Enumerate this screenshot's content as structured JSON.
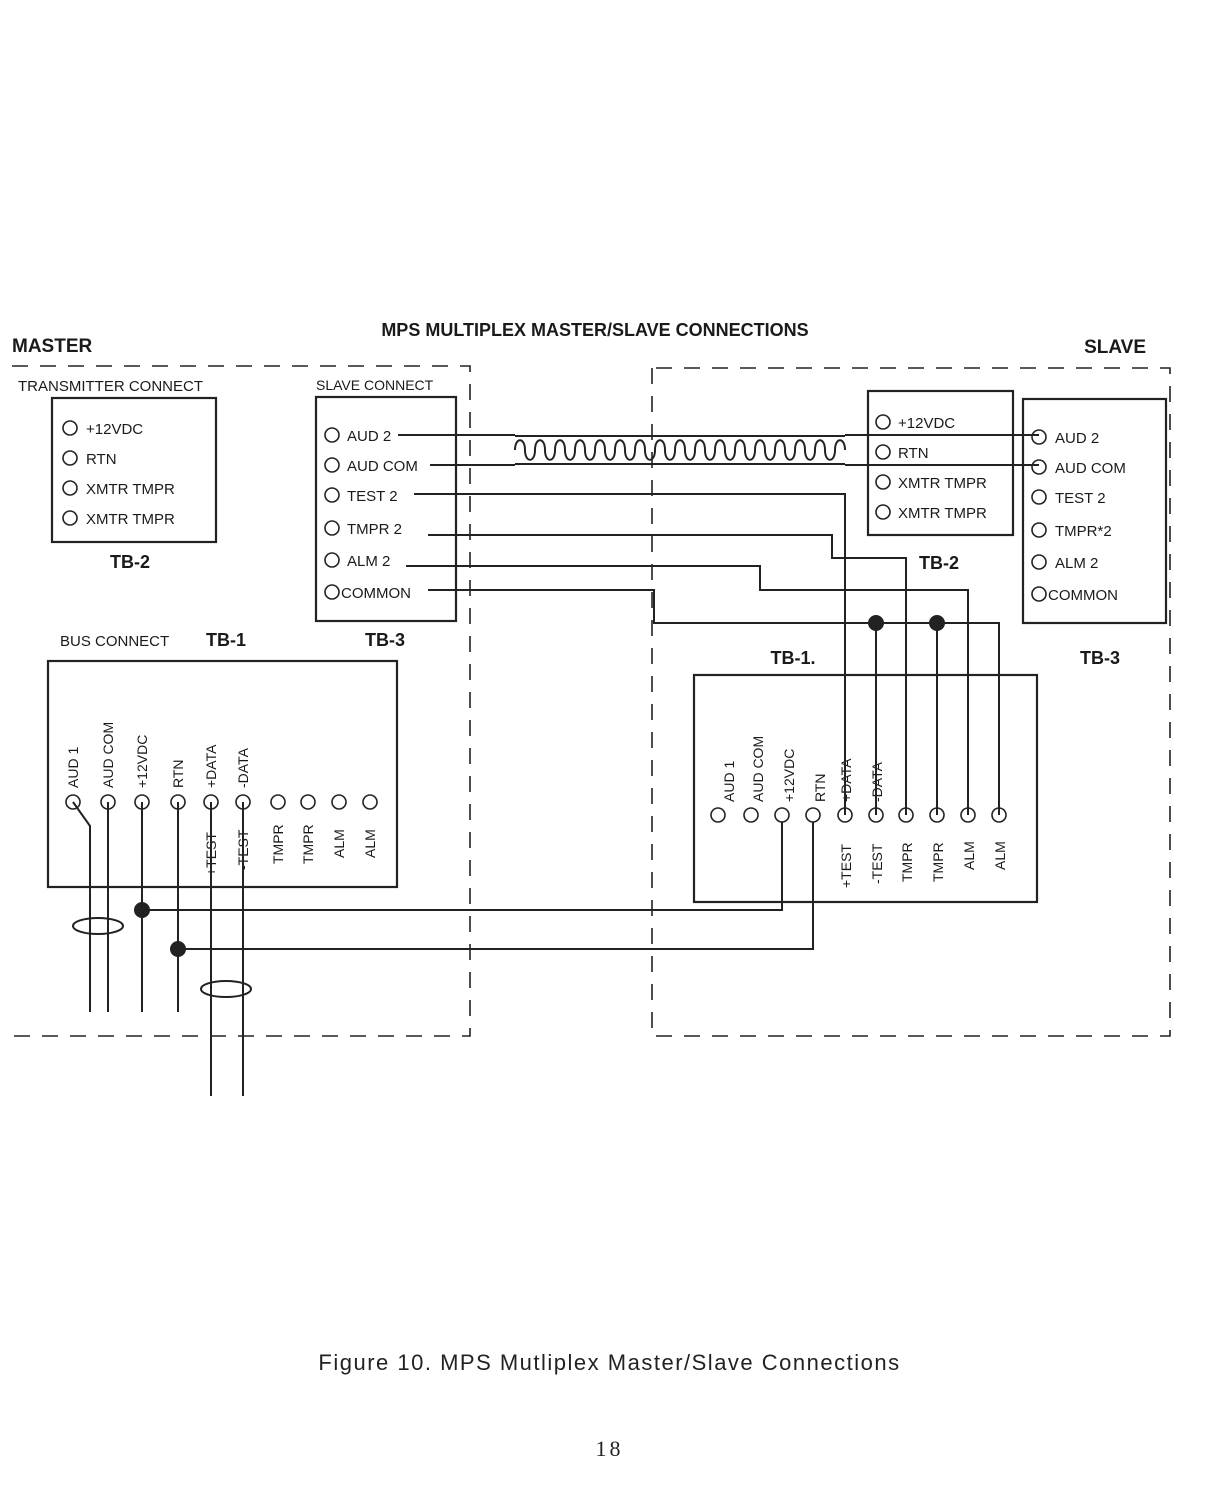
{
  "title": "MPS MULTIPLEX MASTER/SLAVE CONNECTIONS",
  "master": {
    "label": "MASTER",
    "transmitter_connect": {
      "heading": "TRANSMITTER CONNECT",
      "block": "TB-2",
      "terminals": [
        "+12VDC",
        "RTN",
        "XMTR TMPR",
        "XMTR TMPR"
      ]
    },
    "slave_connect": {
      "heading": "SLAVE CONNECT",
      "block": "TB-3",
      "terminals": [
        "AUD 2",
        "AUD COM",
        "TEST 2",
        "TMPR 2",
        "ALM 2",
        "COMMON"
      ]
    },
    "bus_connect": {
      "heading": "BUS CONNECT",
      "block": "TB-1",
      "top_labels": [
        "AUD 1",
        "AUD COM",
        "+12VDC",
        "RTN",
        "+DATA",
        "-DATA"
      ],
      "bottom_labels": [
        "+TEST",
        "-TEST",
        "TMPR",
        "TMPR",
        "ALM",
        "ALM"
      ]
    }
  },
  "slave": {
    "label": "SLAVE",
    "tb2": {
      "block": "TB-2",
      "terminals": [
        "+12VDC",
        "RTN",
        "XMTR TMPR",
        "XMTR TMPR"
      ]
    },
    "tb3": {
      "block": "TB-3",
      "terminals": [
        "AUD 2",
        "AUD COM",
        "TEST 2",
        "TMPR*2",
        "ALM 2",
        "COMMON"
      ]
    },
    "tb1": {
      "block": "TB-1.",
      "top_labels": [
        "AUD 1",
        "AUD COM",
        "+12VDC",
        "RTN",
        "+DATA",
        "-DATA"
      ],
      "bottom_labels": [
        "+TEST",
        "-TEST",
        "TMPR",
        "TMPR",
        "ALM",
        "ALM"
      ]
    }
  },
  "caption": "Figure 10. MPS Mutliplex Master/Slave Connections",
  "page_number": "18"
}
